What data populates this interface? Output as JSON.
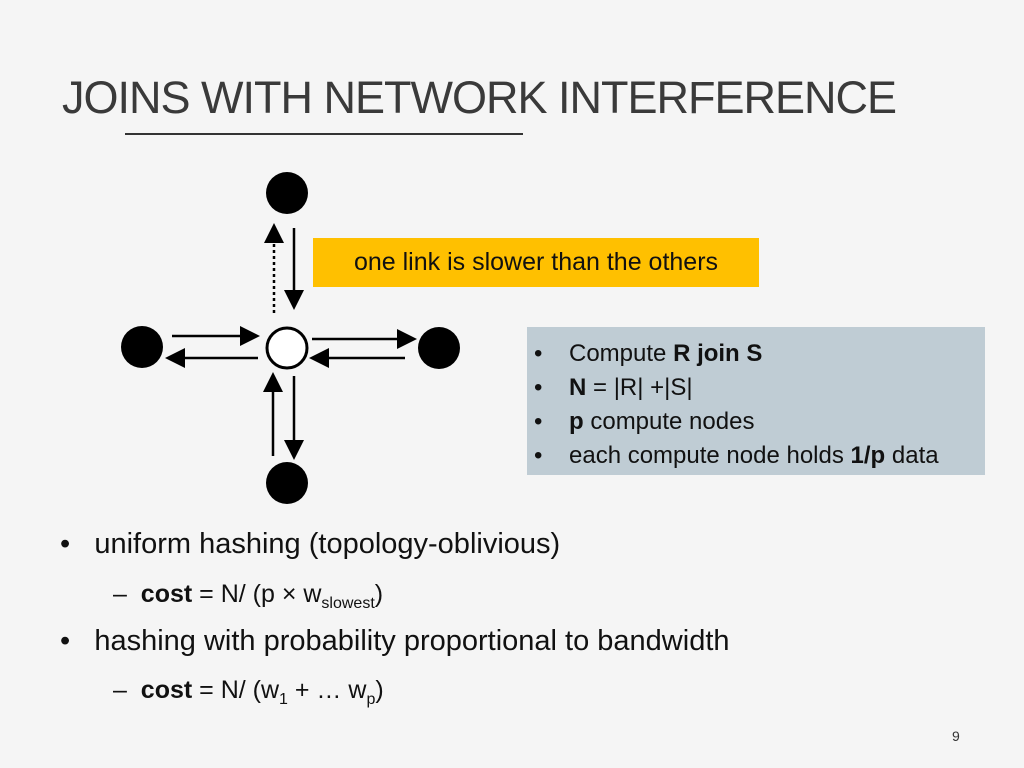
{
  "title": "JOINS WITH NETWORK INTERFERENCE",
  "callout": "one link is slower than the others",
  "info": {
    "i1a": "Compute ",
    "i1b": "R join S",
    "i2a": "N",
    "i2b": " = |R| +|S|",
    "i3a": "p",
    "i3b": " compute nodes",
    "i4a": "each compute node holds ",
    "i4b": "1/p",
    "i4c": " data"
  },
  "bullets": {
    "b1": "uniform hashing (topology-oblivious)",
    "s1a": "cost",
    "s1b": " =  N/ (p × w",
    "s1sub": "slowest",
    "s1c": ")",
    "b2": "hashing with probability proportional to bandwidth",
    "s2a": "cost",
    "s2b": " = N/ (w",
    "s2sub1": "1",
    "s2c": " + … w",
    "s2sub2": "p",
    "s2d": ")"
  },
  "page_number": "9",
  "colors": {
    "callout": "#ffc000",
    "info_box": "#bfccd4"
  }
}
